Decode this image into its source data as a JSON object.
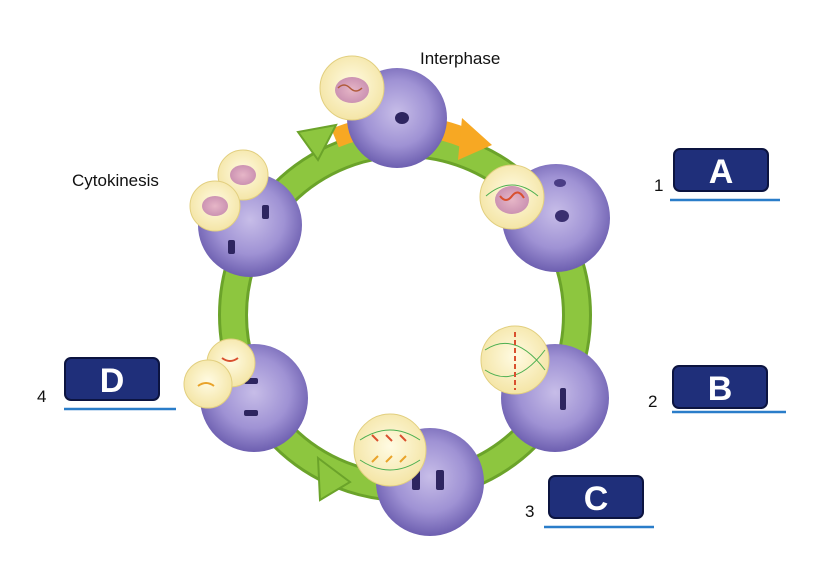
{
  "labels": {
    "interphase": "Interphase",
    "cytokinesis": "Cytokinesis"
  },
  "answers": [
    {
      "number": "1",
      "letter": "A"
    },
    {
      "number": "2",
      "letter": "B"
    },
    {
      "number": "3",
      "letter": "C"
    },
    {
      "number": "4",
      "letter": "D"
    }
  ],
  "colors": {
    "ring": "#8dc63f",
    "ring_dark": "#6ba32a",
    "interphase_arrow": "#f7a823",
    "box_fill": "#1f2f7a",
    "box_border": "#0c1440",
    "underline": "#2a7dc9",
    "cell_purple": "#9b8fd0",
    "inset_fill": "#fbf2c4"
  }
}
